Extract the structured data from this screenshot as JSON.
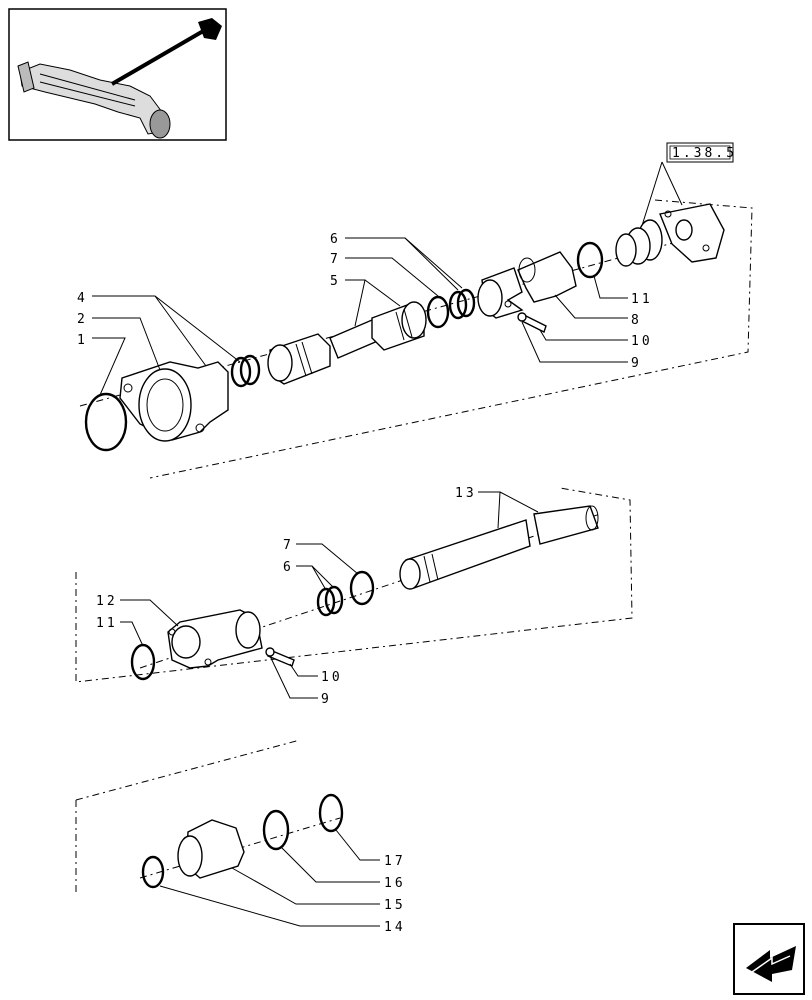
{
  "reference_label": "1.38.5",
  "callouts": [
    {
      "id": "c1",
      "text": "1"
    },
    {
      "id": "c2",
      "text": "2"
    },
    {
      "id": "c4",
      "text": "4"
    },
    {
      "id": "c5",
      "text": "5"
    },
    {
      "id": "c7a",
      "text": "7"
    },
    {
      "id": "c6a",
      "text": "6"
    },
    {
      "id": "c11a",
      "text": "11"
    },
    {
      "id": "c8",
      "text": "8"
    },
    {
      "id": "c10a",
      "text": "10"
    },
    {
      "id": "c9a",
      "text": "9"
    },
    {
      "id": "c13",
      "text": "13"
    },
    {
      "id": "c7b",
      "text": "7"
    },
    {
      "id": "c6b",
      "text": "6"
    },
    {
      "id": "c12",
      "text": "12"
    },
    {
      "id": "c11b",
      "text": "11"
    },
    {
      "id": "c10b",
      "text": "10"
    },
    {
      "id": "c9b",
      "text": "9"
    },
    {
      "id": "c17",
      "text": "17"
    },
    {
      "id": "c16",
      "text": "16"
    },
    {
      "id": "c15",
      "text": "15"
    },
    {
      "id": "c14",
      "text": "14"
    }
  ],
  "icons": {
    "thumbnail": "axle-thumbnail-icon",
    "navigation": "next-page-arrow-icon"
  }
}
